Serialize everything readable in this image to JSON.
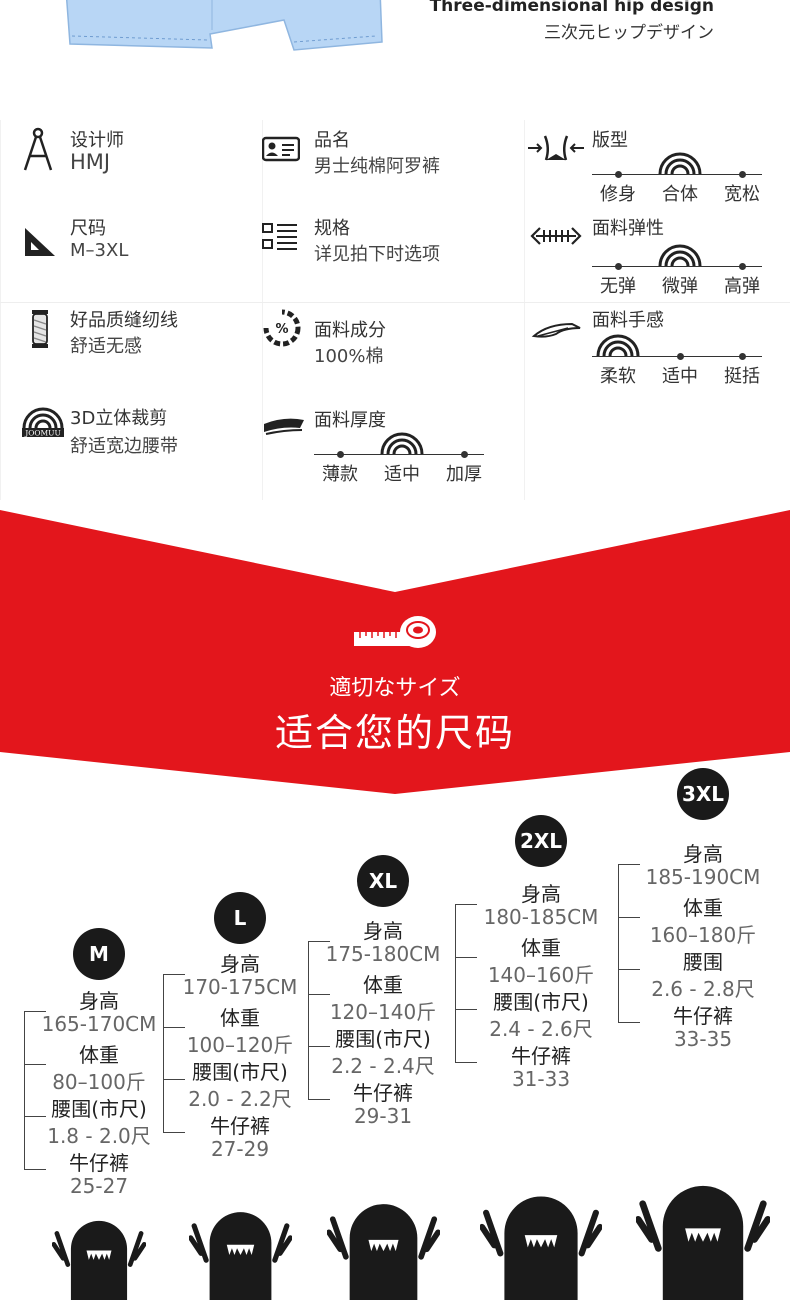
{
  "hip": {
    "en": "Three-dimensional hip design",
    "jp": "三次元ヒップデザイン"
  },
  "specs": [
    {
      "id": "designer",
      "icon": "compass-icon",
      "label": "设计师",
      "value": "HMJ"
    },
    {
      "id": "name",
      "icon": "id-card-icon",
      "label": "品名",
      "value": "男士纯棉阿罗裤"
    },
    {
      "id": "size",
      "icon": "set-square-icon",
      "label": "尺码",
      "value": "M–3XL"
    },
    {
      "id": "spec",
      "icon": "list-icon",
      "label": "规格",
      "value": "详见拍下时选项"
    },
    {
      "id": "thread",
      "icon": "thread-spool-icon",
      "label": "好品质缝纫线",
      "value": "舒适无感"
    },
    {
      "id": "composition",
      "icon": "percent-gauge-icon",
      "label": "面料成分",
      "value": "100%棉"
    },
    {
      "id": "cut",
      "icon": "brand-logo-icon",
      "label": "3D立体裁剪",
      "value": "舒适宽边腰带"
    }
  ],
  "scales": [
    {
      "id": "fit",
      "icon": "waist-icon",
      "label": "版型",
      "options": [
        "修身",
        "合体",
        "宽松"
      ],
      "selected": 1
    },
    {
      "id": "elastic",
      "icon": "stretch-icon",
      "label": "面料弹性",
      "options": [
        "无弹",
        "微弹",
        "高弹"
      ],
      "selected": 1
    },
    {
      "id": "hand",
      "icon": "feather-icon",
      "label": "面料手感",
      "options": [
        "柔软",
        "适中",
        "挺括"
      ],
      "selected": 0
    },
    {
      "id": "thickness",
      "icon": "fabric-layer-icon",
      "label": "面料厚度",
      "options": [
        "薄款",
        "适中",
        "加厚"
      ],
      "selected": 1
    }
  ],
  "banner": {
    "jp": "適切なサイズ",
    "cn": "适合您的尺码"
  },
  "size_labels": {
    "height": "身高",
    "weight": "体重",
    "waist": "腰围(市尺)",
    "waist_plain": "腰围",
    "jeans": "牛仔裤"
  },
  "sizes": [
    {
      "size": "M",
      "height": "165-170CM",
      "weight": "80–100斤",
      "waist": "1.8 - 2.0尺",
      "jeans": "25-27"
    },
    {
      "size": "L",
      "height": "170-175CM",
      "weight": "100–120斤",
      "waist": "2.0 - 2.2尺",
      "jeans": "27-29"
    },
    {
      "size": "XL",
      "height": "175-180CM",
      "weight": "120–140斤",
      "waist": "2.2 - 2.4尺",
      "jeans": "29-31"
    },
    {
      "size": "2XL",
      "height": "180-185CM",
      "weight": "140–160斤",
      "waist": "2.4 - 2.6尺",
      "jeans": "31-33"
    },
    {
      "size": "3XL",
      "height": "185-190CM",
      "weight": "160–180斤",
      "waist": "2.6 - 2.8尺",
      "jeans": "33-35"
    }
  ],
  "colors": {
    "red": "#e3161c",
    "dark": "#1a1a1a",
    "shorts": "#b8d6f5"
  }
}
